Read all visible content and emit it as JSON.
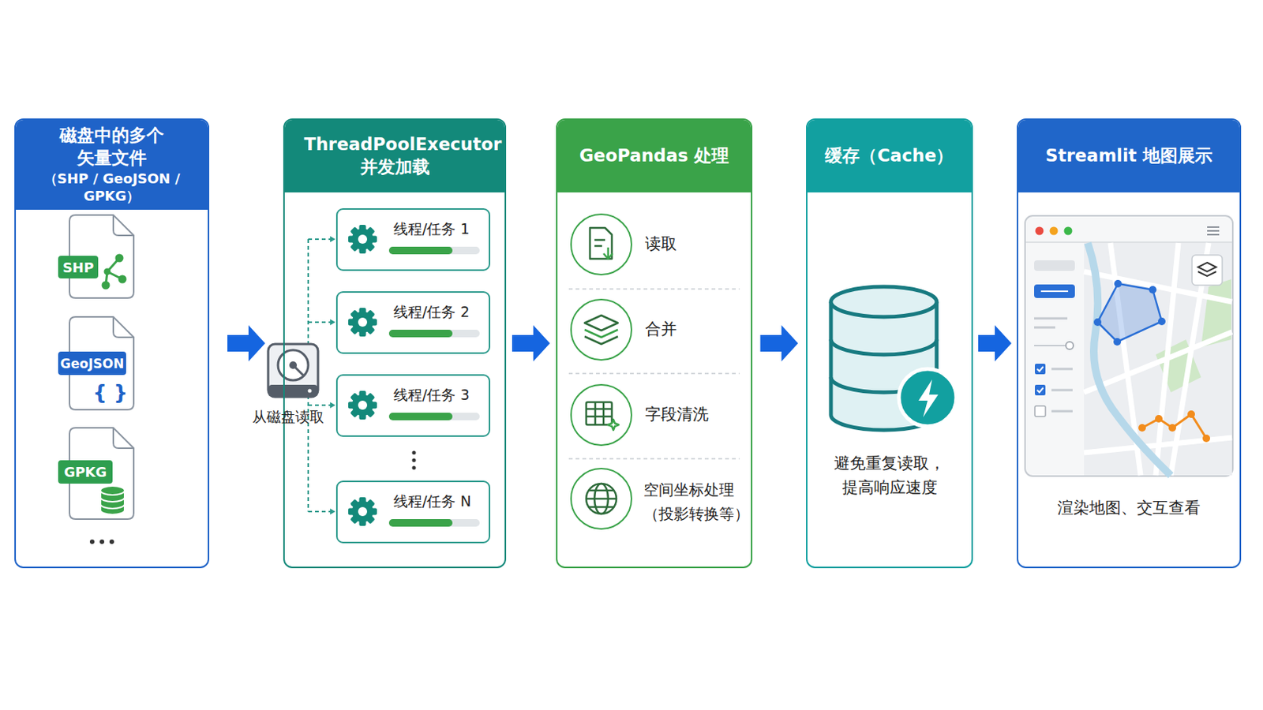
{
  "diagram": {
    "nodes": [
      {
        "text": [
          "磁盘中的多个 矢量文件",
          "（SHP / GeoJSON / GPKG）"
        ]
      },
      {
        "text": [
          "ThreadPoolExecutor 并发加载"
        ]
      },
      {
        "text": [
          "线程/任务 1"
        ],
        "in": 1
      },
      {
        "text": [
          "线程/任务 2"
        ],
        "in": 1
      },
      {
        "text": [
          "线程/任务 3"
        ],
        "in": 1
      },
      {
        "text": [
          "线程/任务 N"
        ],
        "in": 1
      },
      {
        "text": [
          "GeoPandas 处理",
          "读取",
          "合并",
          "字段清洗",
          "空间坐标处理 （投影转换等）"
        ]
      },
      {
        "text": [
          "缓存（Cache）",
          "避免重复读取， 提高响应速度"
        ]
      },
      {
        "text": [
          "Streamlit 地图展示",
          "渲染地图、交互查看"
        ]
      }
    ],
    "edges": [
      {
        "from": 0,
        "to": 1,
        "arrow": "to"
      },
      {
        "from": 1,
        "to": 6,
        "arrow": "to"
      },
      {
        "from": 6,
        "to": 7,
        "arrow": "to"
      },
      {
        "from": 7,
        "to": 8,
        "arrow": "to"
      }
    ],
    "labels": [
      "SHP",
      "GeoJSON",
      "{ }",
      "GPKG",
      "从磁盘读取"
    ]
  }
}
